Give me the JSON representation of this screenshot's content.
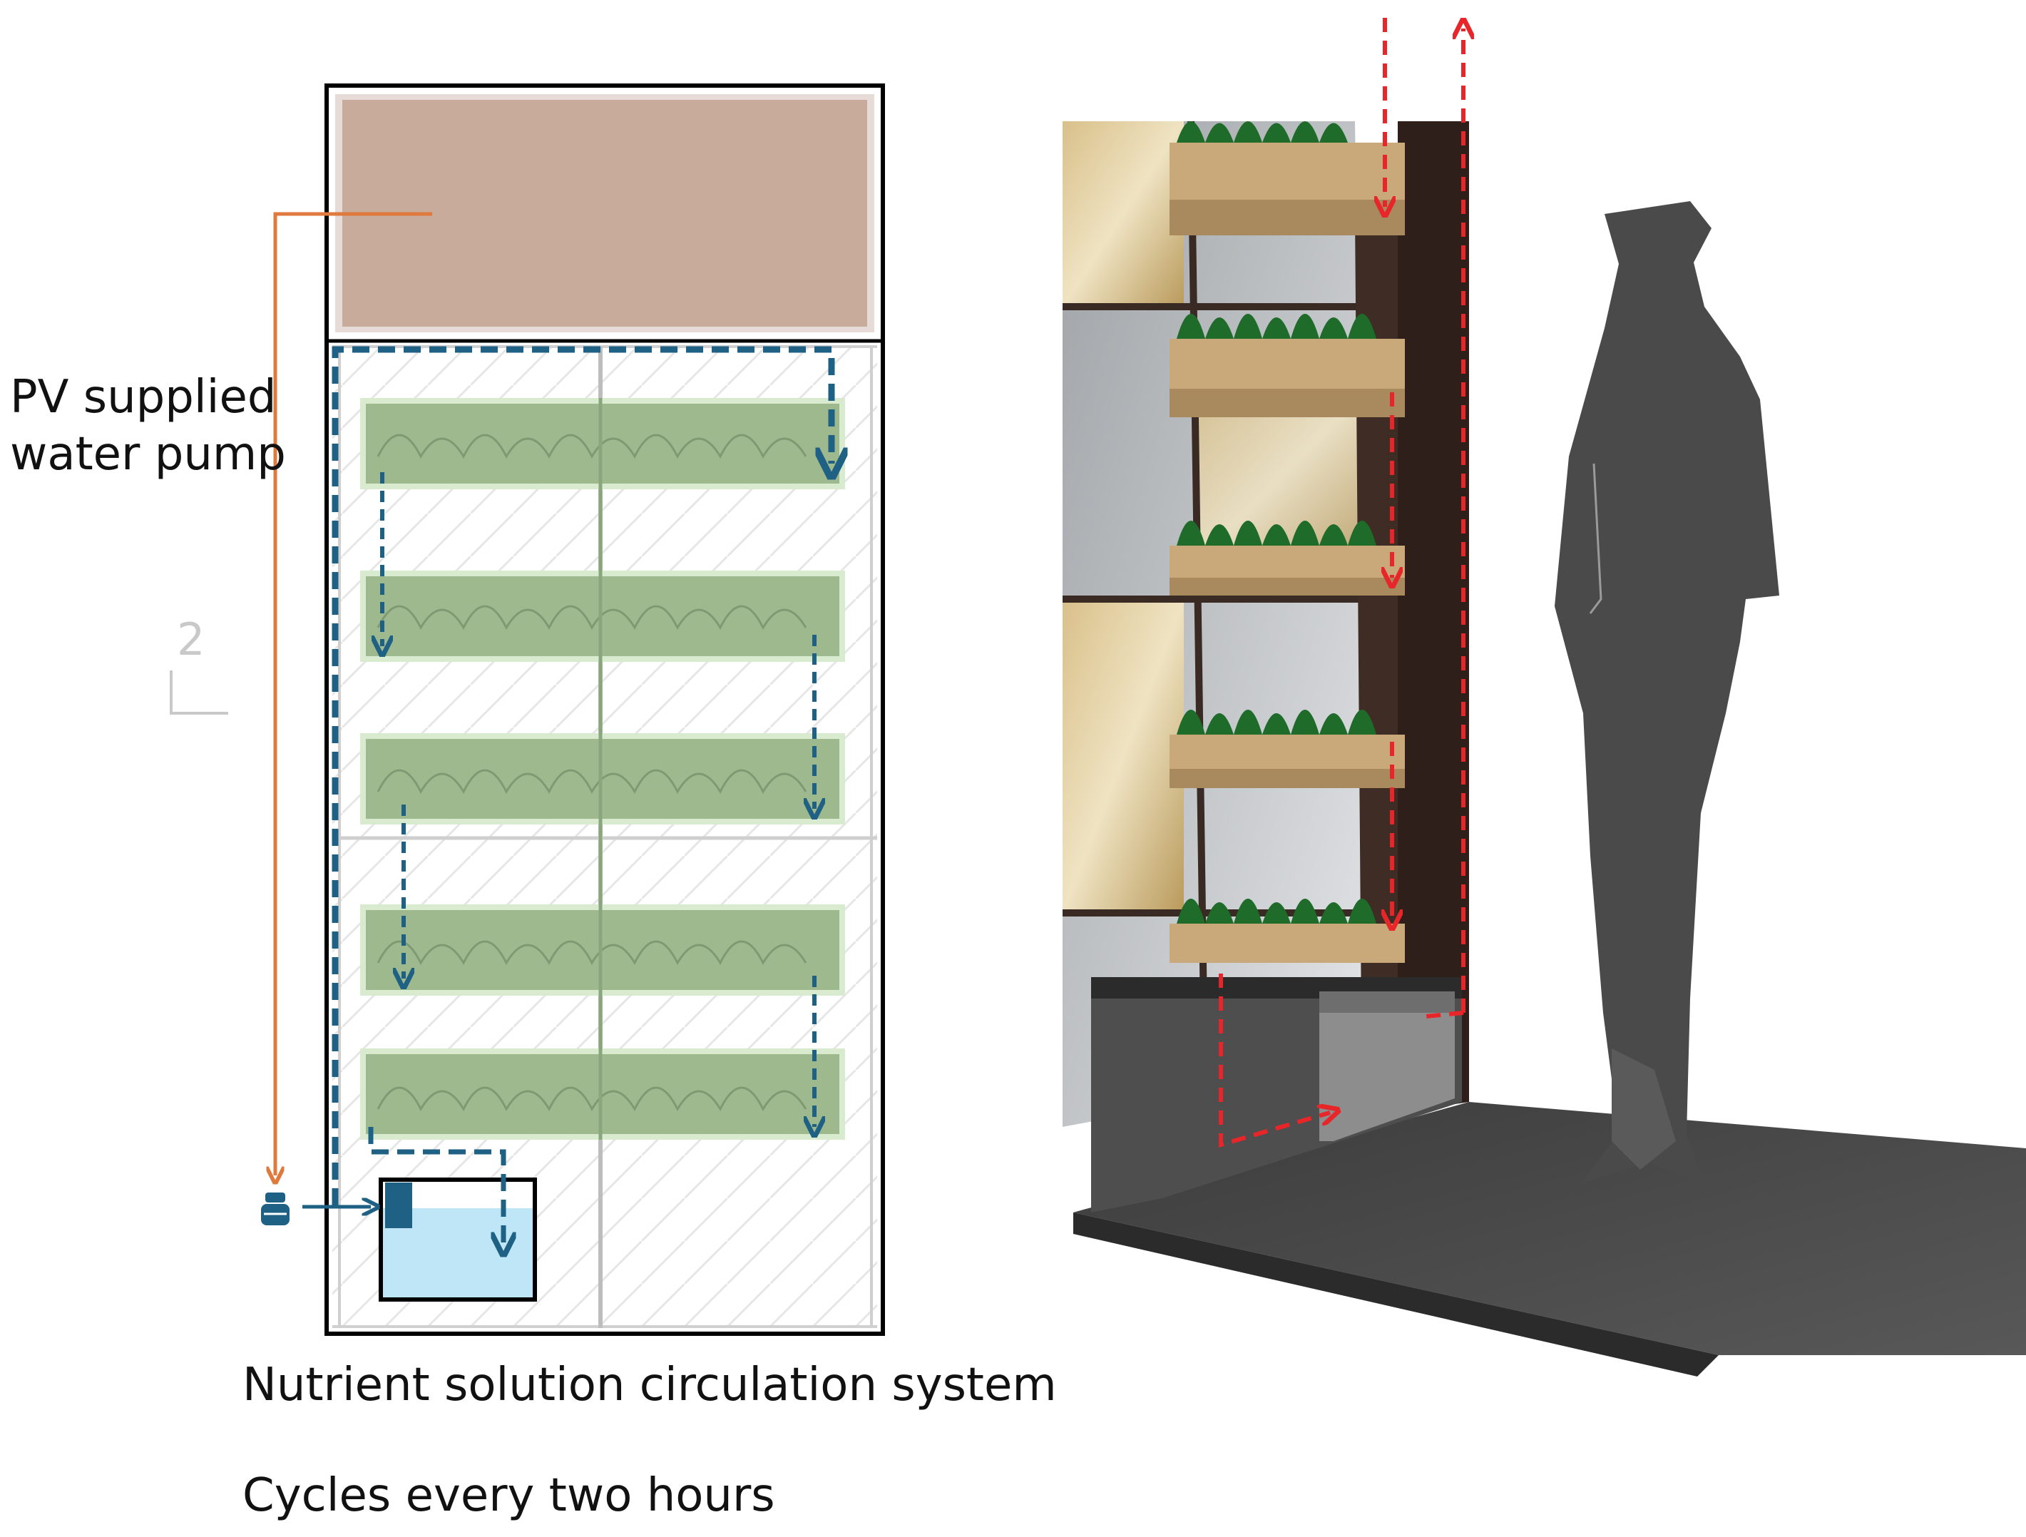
{
  "labels": {
    "pump_line1": "PV supplied",
    "pump_line2": "water pump",
    "system_caption": "Nutrient solution circulation system",
    "cycle_caption": "Cycles every two hours",
    "dimension_mark": "2"
  },
  "colors": {
    "pv_panel": "#c9ab9c",
    "planter": "#9fb98f",
    "planter_border": "#d8ebcf",
    "water_flow": "#1f6184",
    "pump_line": "#e0793d",
    "tank_water": "#bfe6f7",
    "render_flow": "#e8262a",
    "person": "#4a4a4a"
  },
  "icons": {
    "pump": "water-pump-icon",
    "person": "person-silhouette-icon"
  }
}
